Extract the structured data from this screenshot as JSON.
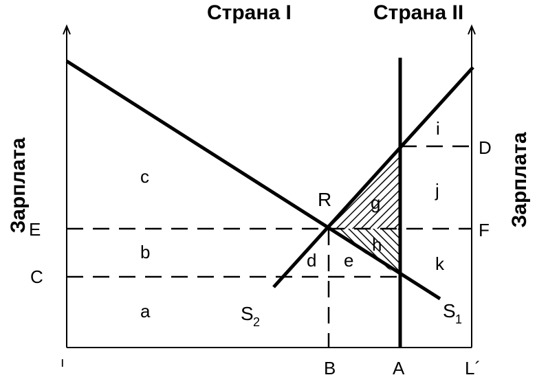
{
  "header": {
    "country1": "Страна I",
    "country2": "Страна II"
  },
  "axes": {
    "left_ylabel": "Зарплата",
    "right_ylabel": "Зарплата"
  },
  "points": {
    "E": "E",
    "C": "C",
    "F": "F",
    "D": "D",
    "B": "B",
    "A": "A",
    "L": "L´",
    "origin": "ı",
    "R": "R"
  },
  "areas": {
    "a": "a",
    "b": "b",
    "c": "c",
    "d": "d",
    "e": "e",
    "g": "g",
    "h": "h",
    "i": "i",
    "j": "j",
    "k": "k"
  },
  "curves": {
    "S2_main": "S",
    "S2_sub": "2",
    "S1_main": "S",
    "S1_sub": "1"
  }
}
